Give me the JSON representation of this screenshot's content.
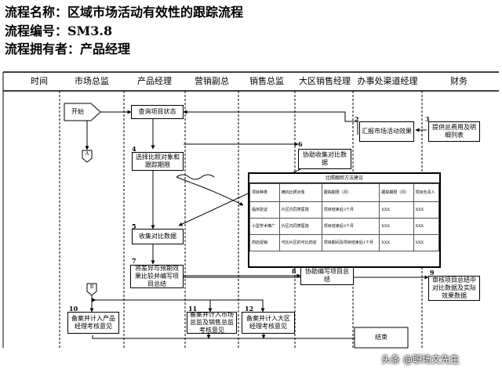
{
  "header": {
    "process_name": "流程名称：区域市场活动有效性的跟踪流程",
    "process_code": "流程编号：SM3.8",
    "process_owner": "流程拥有者：产品经理"
  },
  "lanes": [
    "时间",
    "市场总监",
    "产品经理",
    "营销副总",
    "销售总监",
    "大区销售经理",
    "办事处渠道经理",
    "财务"
  ],
  "nodes": {
    "start": "开始",
    "connector_a": "A",
    "connector_b": "B",
    "query_status": "查询项目状态",
    "step2": "汇报市场活动效果",
    "step3": "提供总费用及明细列表",
    "step4": "选择比照对象和跟踪期限",
    "step6": "协助收集对比数据",
    "step5": "收集对比数据",
    "step7": "将差异与预期效果比较并编写项目总结",
    "step8": "协助编写项目总结",
    "step9": "审核项目总结中对比数据及实际效果数据",
    "step10": "备案并计入产品经理考核意见",
    "step11": "备案并计入市场总监及销售总监考核意见",
    "step12": "备案并计入大区经理考核意见",
    "end": "结束"
  },
  "numbers": {
    "n2": "2",
    "n3": "3",
    "n4": "4",
    "n5": "5",
    "n6": "6",
    "n7": "7",
    "n8": "8",
    "n9": "9",
    "n10": "10",
    "n11": "11",
    "n12": "12"
  },
  "method_table": {
    "title": "比照跟踪方法建议",
    "headers": [
      "项目种类",
      "横向比照对象",
      "跟踪期限（月）",
      "跟踪期限（月）",
      "项目负责人"
    ],
    "rows": [
      [
        "临床验证",
        "片区内同类医院",
        "项目结束后3个月",
        "XXX",
        "XXX"
      ],
      [
        "小型学术推广",
        "片区内同类医院",
        "项目结束后3个月",
        "XXX",
        "XXX"
      ],
      [
        "药店促销",
        "可比片区的可比药店",
        "项目期间及项目结束后1个月",
        "XXX",
        "XXX"
      ]
    ]
  },
  "watermark": "头条 @职场文先生"
}
